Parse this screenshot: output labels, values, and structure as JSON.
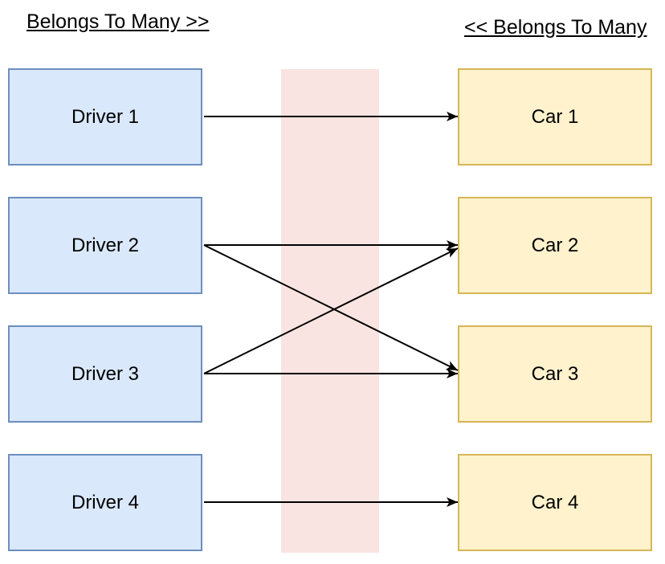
{
  "titles": {
    "left": "Belongs To Many >>",
    "right": "<< Belongs To Many"
  },
  "drivers": [
    {
      "label": "Driver 1"
    },
    {
      "label": "Driver 2"
    },
    {
      "label": "Driver 3"
    },
    {
      "label": "Driver 4"
    }
  ],
  "cars": [
    {
      "label": "Car 1"
    },
    {
      "label": "Car 2"
    },
    {
      "label": "Car 3"
    },
    {
      "label": "Car 4"
    }
  ],
  "connections": [
    {
      "from": 0,
      "to": 0,
      "label": "Driver 1 -> Car 1"
    },
    {
      "from": 1,
      "to": 1,
      "label": "Driver 2 -> Car 2"
    },
    {
      "from": 1,
      "to": 2,
      "label": "Driver 2 -> Car 3"
    },
    {
      "from": 2,
      "to": 1,
      "label": "Driver 3 -> Car 2"
    },
    {
      "from": 2,
      "to": 2,
      "label": "Driver 3 -> Car 3"
    },
    {
      "from": 3,
      "to": 3,
      "label": "Driver 4 -> Car 4"
    }
  ],
  "colors": {
    "driver_fill": "#dae8fc",
    "driver_border": "#6c8ebf",
    "car_fill": "#fff2cc",
    "car_border": "#d6b656",
    "pivot_band": "#f9e4e1",
    "arrow": "#000000",
    "text": "#000000",
    "background": "#ffffff"
  }
}
